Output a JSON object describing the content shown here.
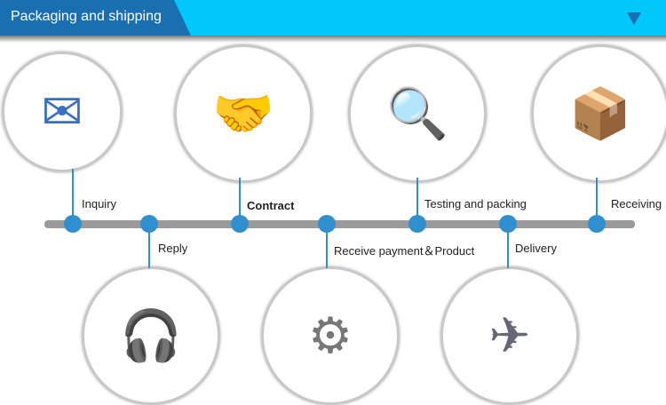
{
  "header": {
    "title": "Packaging and shipping"
  },
  "steps": [
    {
      "label": "Inquiry",
      "icon": "envelope-icon"
    },
    {
      "label": "Reply",
      "icon": "headset-operators-icon"
    },
    {
      "label": "Contract",
      "icon": "handshake-contract-icon"
    },
    {
      "label": "Receive payment＆Product",
      "icon": "money-gears-icon"
    },
    {
      "label": "Testing and packing",
      "icon": "magnifier-boxes-icon"
    },
    {
      "label": "Delivery",
      "icon": "airplane-ship-icon"
    },
    {
      "label": "Receiving",
      "icon": "container-boxes-icon"
    }
  ]
}
